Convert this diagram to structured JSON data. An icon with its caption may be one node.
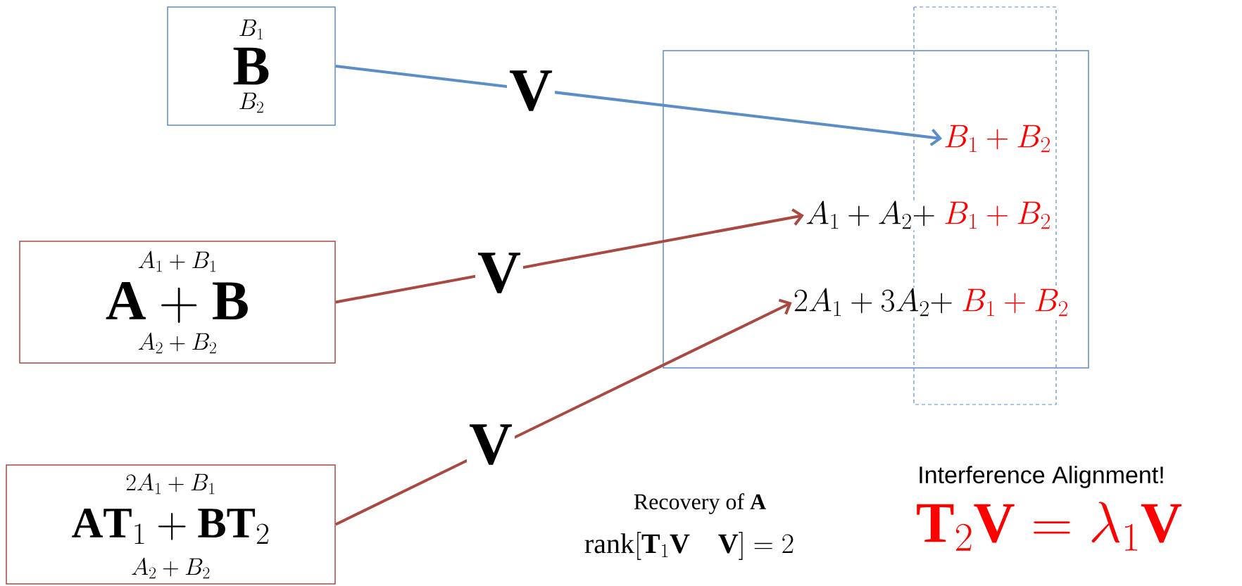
{
  "diagram": {
    "nodes": [
      {
        "text": [
          "B_1",
          "\\mathbf{B}",
          "B_2"
        ]
      },
      {
        "text": [
          "A_1 + B_1",
          "\\mathbf{A} + \\mathbf{B}",
          "A_2 + B_2"
        ]
      },
      {
        "text": [
          "2A_1 + B_1",
          "\\mathbf{A}\\mathbf{T}_1 + \\mathbf{B}\\mathbf{T}_2",
          "A_2 + B_2"
        ]
      },
      {
        "text": [],
        "shape": "box"
      },
      {
        "text": [
          "B_1 + B_2"
        ],
        "in": 3
      },
      {
        "text": [
          "A_1 + A_2 +",
          "B_1 + B_2"
        ],
        "in": 3
      },
      {
        "text": [
          "2A_1 + 3A_2 +",
          "B_1 + B_2"
        ],
        "in": 3
      }
    ],
    "edges": [
      {
        "from": 0,
        "to": 4,
        "arrow": "to",
        "label": "\\mathbf{V}",
        "color": "#5b8ec7"
      },
      {
        "from": 1,
        "to": 5,
        "arrow": "to",
        "label": "\\mathbf{V}",
        "color": "#a84a42"
      },
      {
        "from": 2,
        "to": 6,
        "arrow": "to",
        "label": "\\mathbf{V}",
        "color": "#a84a42"
      }
    ],
    "labels": [
      "Interference Alignment!",
      "Recovery of **A**",
      "\\mathrm{rank}[\\mathbf{T}_1\\mathbf{V} \\quad \\mathbf{V}] = 2",
      "\\mathbf{T}_2\\mathbf{V} = \\lambda_1\\mathbf{V}"
    ]
  }
}
